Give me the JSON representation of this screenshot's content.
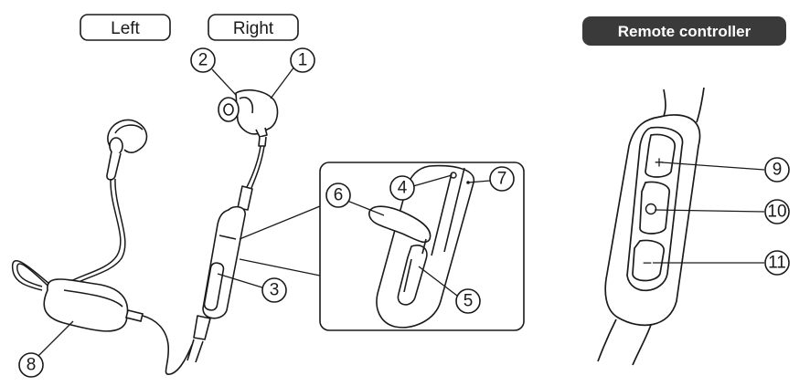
{
  "labels": {
    "left": "Left",
    "right": "Right",
    "remote": "Remote controller"
  },
  "callouts": {
    "c1": "1",
    "c2": "2",
    "c3": "3",
    "c4": "4",
    "c5": "5",
    "c6": "6",
    "c7": "7",
    "c8": "8",
    "c9": "9",
    "c10": "10",
    "c11": "11"
  },
  "remote_buttons": {
    "plus": "+",
    "minus": "−"
  }
}
